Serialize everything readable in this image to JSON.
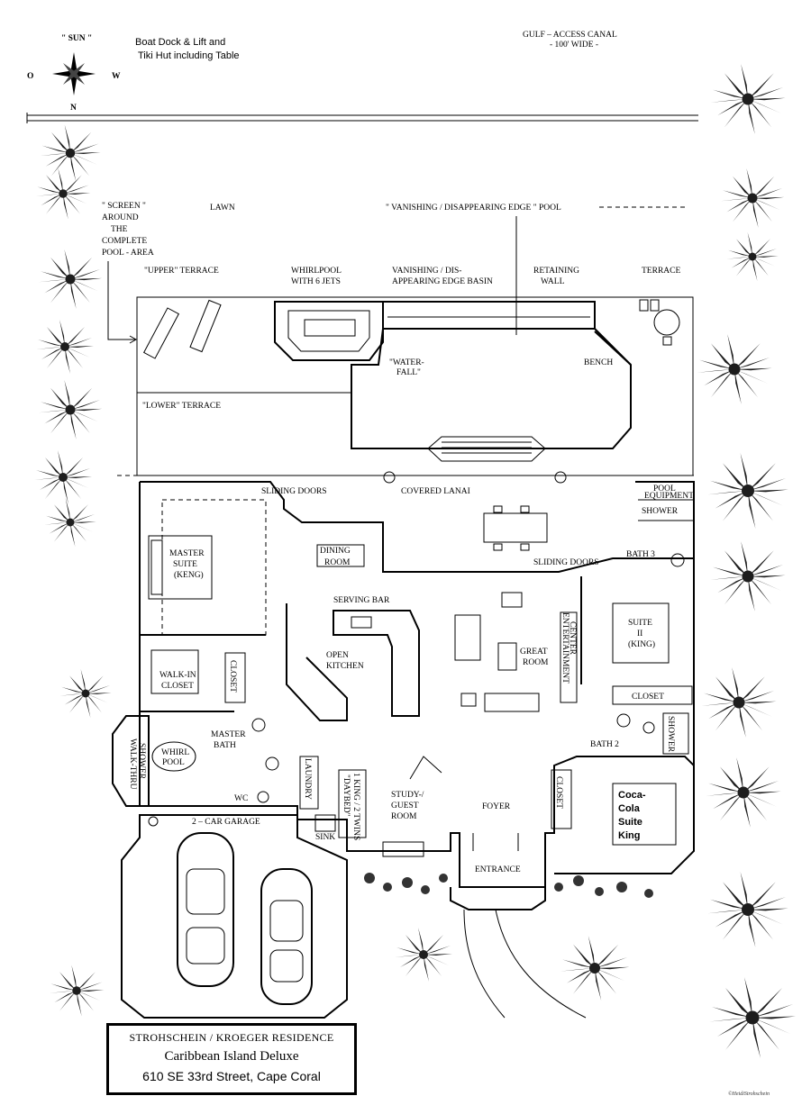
{
  "compass": {
    "sun": "\" SUN \"",
    "west": "W",
    "east": "O",
    "north": "N"
  },
  "top_notes": {
    "dock": "Boat Dock & Lift and",
    "tiki": "Tiki Hut including Table",
    "canal_1": "GULF – ACCESS CANAL",
    "canal_2": "- 100' WIDE -"
  },
  "labels": {
    "screen_1": "\" SCREEN \"",
    "screen_2": "AROUND",
    "screen_3": "THE",
    "screen_4": "COMPLETE",
    "screen_5": "POOL - AREA",
    "lawn": "LAWN",
    "vanishing_pool": "\" VANISHING / DISAPPEARING EDGE \" POOL",
    "upper_terrace": "\"UPPER\" TERRACE",
    "whirlpool_1": "WHIRLPOOL",
    "whirlpool_2": "WITH 6 JETS",
    "basin_1": "VANISHING / DIS-",
    "basin_2": "APPEARING EDGE BASIN",
    "retaining_1": "RETAINING",
    "retaining_2": "WALL",
    "terrace": "TERRACE",
    "waterfall_1": "\"WATER-",
    "waterfall_2": "FALL\"",
    "bench": "BENCH",
    "lower_terrace": "\"LOWER\" TERRACE",
    "sliding_doors_1": "SLIDING DOORS",
    "covered_lanai": "COVERED LANAI",
    "pool_equipment_1": "POOL",
    "pool_equipment_2": "EQUIPMENT",
    "shower": "SHOWER",
    "bath3": "BATH 3",
    "sliding_doors_2": "SLIDING DOORS",
    "master_suite_1": "MASTER",
    "master_suite_2": "SUITE",
    "master_suite_3": "(KENG)",
    "dining_1": "DINING",
    "dining_2": "ROOM",
    "serving_bar": "SERVING BAR",
    "entertainment_1": "ENTERTAINMENT",
    "entertainment_2": "CENTER",
    "suite2_1": "SUITE",
    "suite2_2": "II",
    "suite2_3": "(KING)",
    "great_room_1": "GREAT",
    "great_room_2": "ROOM",
    "open_kitchen_1": "OPEN",
    "open_kitchen_2": "KITCHEN",
    "walkin_1": "WALK-IN",
    "walkin_2": "CLOSET",
    "closet_v": "CLOSET",
    "closet_suite2": "CLOSET",
    "master_bath_1": "MASTER",
    "master_bath_2": "BATH",
    "walkthru_1": "WALK-THRU",
    "walkthru_2": "SHOWER",
    "whirlpool_bath_1": "WHIRL",
    "whirlpool_bath_2": "POOL",
    "bath2": "BATH 2",
    "shower2": "SHOWER",
    "laundry": "LAUNDRY",
    "daybed_1": "\"DAYBED\"",
    "daybed_2": "1 KING / 2 TWINS",
    "wc": "WC",
    "study_1": "STUDY-/",
    "study_2": "GUEST",
    "study_3": "ROOM",
    "foyer": "FOYER",
    "closet_coke": "CLOSET",
    "coke_1": "Coca-",
    "coke_2": "Cola",
    "coke_3": "Suite",
    "coke_4": "King",
    "garage": "2 – CAR GARAGE",
    "sink": "SINK",
    "entrance": "ENTRANCE"
  },
  "title_box": {
    "line1": "STROHSCHEIN / KROEGER RESIDENCE",
    "line2": "Caribbean Island Deluxe",
    "line3": "610 SE 33rd Street, Cape Coral"
  },
  "copyright": "©HeidiStrohschein"
}
